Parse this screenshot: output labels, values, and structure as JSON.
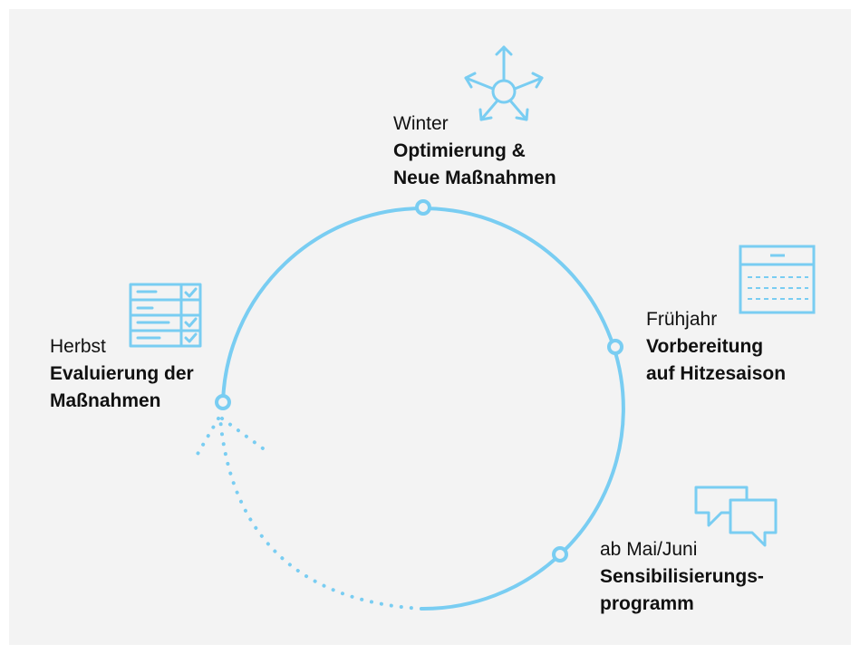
{
  "accent_color": "#79cdf2",
  "stages": {
    "winter": {
      "season": "Winter",
      "title": "Optimierung &\nNeue Maßnahmen",
      "icon": "network-arrows-icon"
    },
    "spring": {
      "season": "Frühjahr",
      "title": "Vorbereitung\nauf Hitzesaison",
      "icon": "calendar-icon"
    },
    "summer": {
      "season": "ab Mai/Juni",
      "title": "Sensibilisierungs-\nprogramm",
      "icon": "speech-bubbles-icon"
    },
    "autumn": {
      "season": "Herbst",
      "title": "Evaluierung der\nMaßnahmen",
      "icon": "checklist-icon"
    }
  }
}
